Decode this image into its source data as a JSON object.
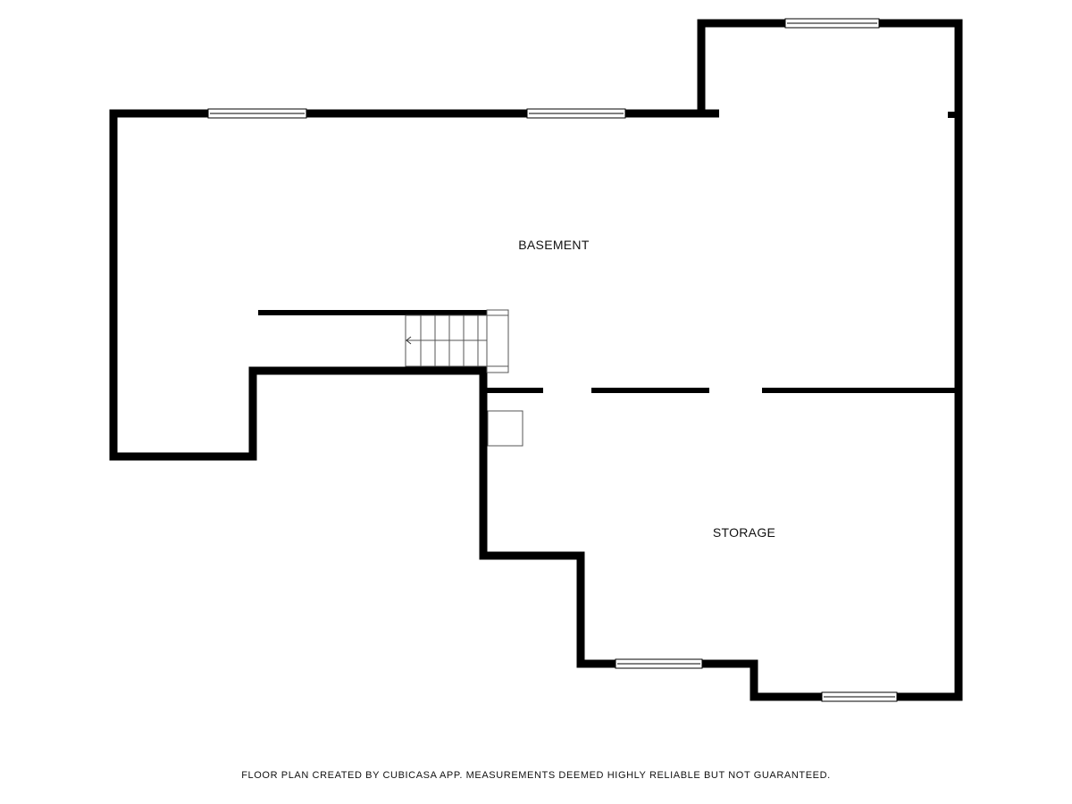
{
  "rooms": {
    "basement": "BASEMENT",
    "storage": "STORAGE"
  },
  "footer": {
    "disclaimer": "FLOOR PLAN CREATED BY CUBICASA APP. MEASUREMENTS DEEMED HIGHLY RELIABLE BUT NOT GUARANTEED."
  }
}
